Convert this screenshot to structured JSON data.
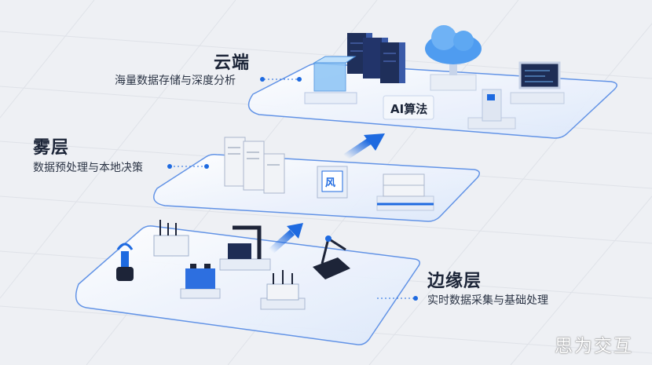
{
  "layers": {
    "cloud": {
      "title": "云端",
      "subtitle": "海量数据存储与深度分析",
      "badge": "AI算法"
    },
    "fog": {
      "title": "雾层",
      "subtitle": "数据预处理与本地决策"
    },
    "edge": {
      "title": "边缘层",
      "subtitle": "实时数据采集与基础处理"
    }
  },
  "watermark": "思为交互",
  "colors": {
    "accent": "#1e6ae0",
    "text": "#1c2538",
    "platform": "#f7f9fc"
  }
}
